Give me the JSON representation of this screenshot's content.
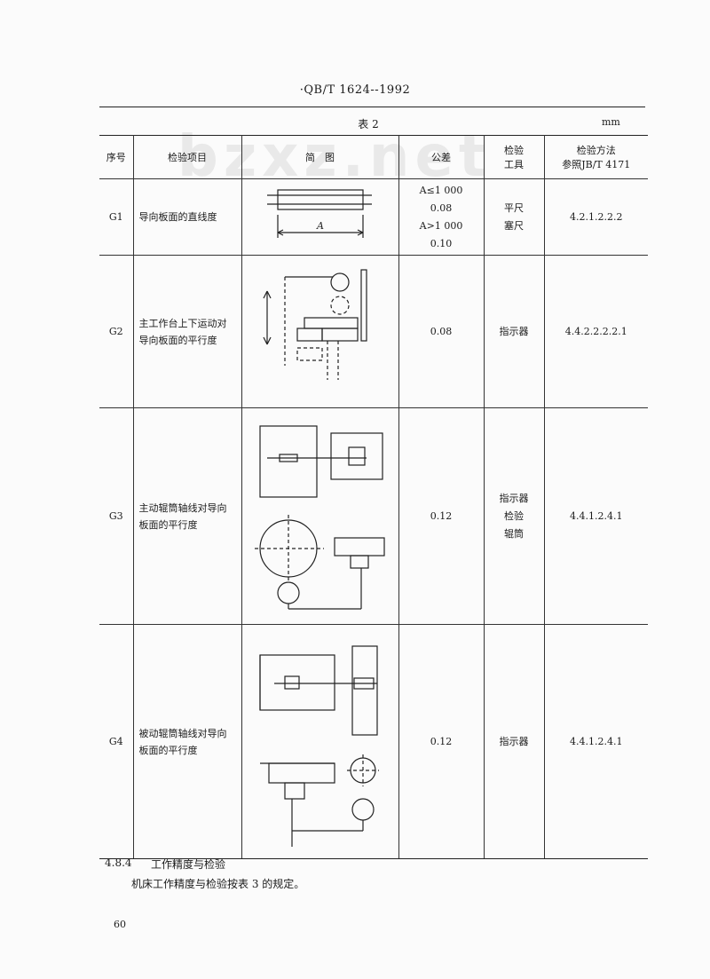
{
  "header": {
    "standard": "·QB/T 1624--1992"
  },
  "table": {
    "caption": "表 2",
    "unit": "mm",
    "columns": [
      "序号",
      "检验项目",
      "简　图",
      "公差",
      "检验\n工具",
      "检验方法\n参照JB/T 4171"
    ],
    "col_check_tool": [
      "检验",
      "工具"
    ],
    "col_method": [
      "检验方法",
      "参照JB/T 4171"
    ],
    "rows": [
      {
        "id": "G1",
        "item": "导向板面的直线度",
        "tolerance": [
          "A≤1 000",
          "0.08",
          "A>1 000",
          "0.10"
        ],
        "tools": [
          "平尺",
          "塞尺"
        ],
        "method": "4.2.1.2.2.2",
        "dim_label": "A"
      },
      {
        "id": "G2",
        "item": "主工作台上下运动对导向板面的平行度",
        "tolerance": [
          "0.08"
        ],
        "tools": [
          "指示器"
        ],
        "method": "4.4.2.2.2.2.1"
      },
      {
        "id": "G3",
        "item": "主动辊筒轴线对导向板面的平行度",
        "tolerance": [
          "0.12"
        ],
        "tools": [
          "指示器",
          "检验",
          "辊筒"
        ],
        "method": "4.4.1.2.4.1"
      },
      {
        "id": "G4",
        "item": "被动辊筒轴线对导向板面的平行度",
        "tolerance": [
          "0.12"
        ],
        "tools": [
          "指示器"
        ],
        "method": "4.4.1.2.4.1"
      }
    ]
  },
  "watermark": "bzxz.net",
  "section": {
    "number": "4.8.4",
    "title": "工作精度与检验",
    "text": "机床工作精度与检验按表 3 的规定。"
  },
  "page_number": "60"
}
